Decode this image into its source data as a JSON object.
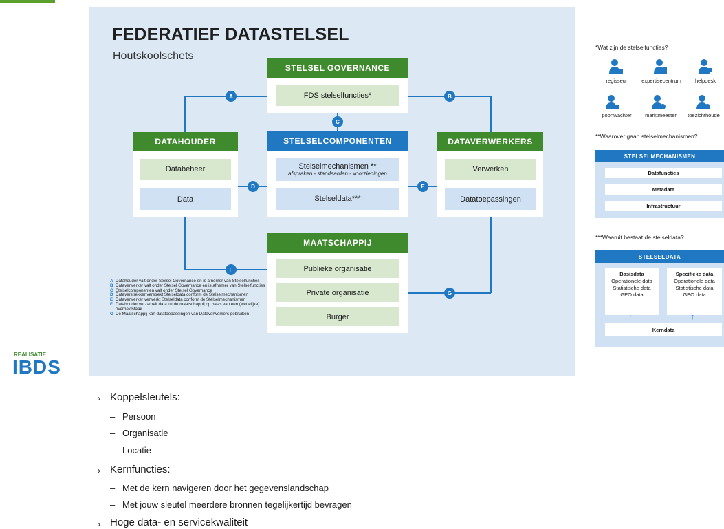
{
  "diagram": {
    "title": "FEDERATIEF DATASTELSEL",
    "subtitle": "Houtskoolschets",
    "governance": {
      "header": "STELSEL GOVERNANCE",
      "item": "FDS stelselfuncties*"
    },
    "datahouder": {
      "header": "DATAHOUDER",
      "items": [
        "Databeheer",
        "Data"
      ]
    },
    "componenten": {
      "header": "STELSELCOMPONENTEN",
      "mech": "Stelselmechanismen **",
      "mech_sub": "afspraken - standaarden - voorzieningen",
      "data": "Stelseldata***"
    },
    "dataverwerkers": {
      "header": "DATAVERWERKERS",
      "items": [
        "Verwerken",
        "Datatoepassingen"
      ]
    },
    "maatschappij": {
      "header": "MAATSCHAPPIJ",
      "items": [
        "Publieke organisatie",
        "Private organisatie",
        "Burger"
      ]
    },
    "connectors": [
      "A",
      "B",
      "C",
      "D",
      "E",
      "F",
      "G"
    ],
    "legend": [
      {
        "key": "A",
        "text": "Datahouder valt onder Stelsel Governance en is afnemer van Stelselfuncties"
      },
      {
        "key": "B",
        "text": "Dataverwerker valt onder Stelsel Governance en is afnemer van Stelselfuncties"
      },
      {
        "key": "C",
        "text": "Stelselcomponenten valt onder Stelsel Governance"
      },
      {
        "key": "D",
        "text": "Dataverstrekker verstrekt Stelseldata conform de Stelselmechanismen"
      },
      {
        "key": "E",
        "text": "Dataverwerker verwerkt Stelseldata conform de Stelselmechanismen"
      },
      {
        "key": "F",
        "text": "Datahouder verzamelt data uit de maatschappij op basis van een (wettelijke) overheidstaak"
      },
      {
        "key": "G",
        "text": "De Maatschappij kan datatoepassingen van Dataverwerkers gebruiken"
      }
    ]
  },
  "logo": {
    "small": "REALISATIE",
    "big": "IBDS"
  },
  "side": {
    "q1": "*Wat zijn de stelselfuncties?",
    "roles": [
      "regisseur",
      "expertisecentrum",
      "helpdesk",
      "poortwachter",
      "marktmeester",
      "toezichthoude"
    ],
    "q2": "**Waarover gaan stelselmechanismen?",
    "mech_header": "STELSELMECHANISMEN",
    "mech_items": [
      "Datafuncties",
      "Metadata",
      "Infrastructuur"
    ],
    "q3": "***Waaruit bestaat de stelseldata?",
    "data_header": "STELSELDATA",
    "basis": {
      "title": "Basisdata",
      "lines": [
        "Operationele data",
        "Statistische data",
        "GEO data"
      ]
    },
    "specifiek": {
      "title": "Specifieke data",
      "lines": [
        "Operationele data",
        "Statistische data",
        "GEO data"
      ]
    },
    "kern": "Kerndata"
  },
  "bullets": {
    "b1": "Koppelsleutels:",
    "b1_items": [
      "Persoon",
      "Organisatie",
      "Locatie"
    ],
    "b2": "Kernfuncties:",
    "b2_items": [
      "Met de kern navigeren door het gegevenslandschap",
      "Met jouw sleutel meerdere bronnen tegelijkertijd bevragen"
    ],
    "b3": "Hoge data- en servicekwaliteit"
  },
  "colors": {
    "green": "#3f8a2d",
    "blue": "#1f78c1",
    "panel": "#dce9f4",
    "lightgreen": "#d8e8cf",
    "lightblue": "#cfe1f2"
  }
}
